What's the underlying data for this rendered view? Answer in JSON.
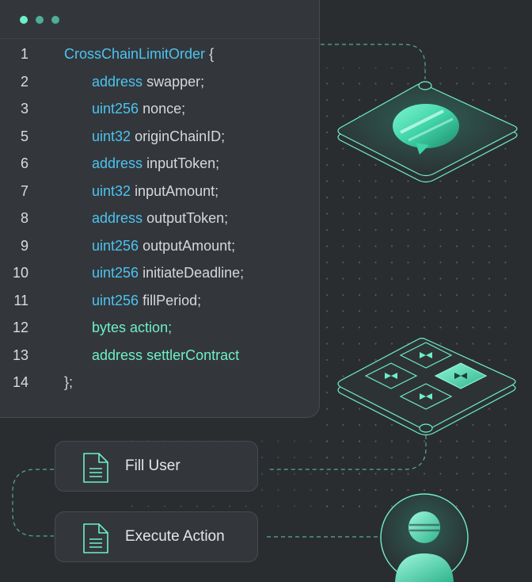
{
  "window": {
    "dots": [
      "close-dot",
      "minimize-dot",
      "maximize-dot"
    ]
  },
  "code": {
    "lines": [
      {
        "n": "1",
        "kw": "CrossChainLimitOrder",
        "id": "{",
        "indent": 0,
        "kwClass": "kw"
      },
      {
        "n": "2",
        "kw": "address",
        "id": "swapper;",
        "indent": 1,
        "kwClass": "kw"
      },
      {
        "n": "3",
        "kw": "uint256",
        "id": "nonce;",
        "indent": 1,
        "kwClass": "kw"
      },
      {
        "n": "5",
        "kw": "uint32",
        "id": "originChainID;",
        "indent": 1,
        "kwClass": "kw"
      },
      {
        "n": "6",
        "kw": "address",
        "id": "inputToken;",
        "indent": 1,
        "kwClass": "kw"
      },
      {
        "n": "7",
        "kw": "uint32",
        "id": "inputAmount;",
        "indent": 1,
        "kwClass": "kw"
      },
      {
        "n": "8",
        "kw": "address",
        "id": "outputToken;",
        "indent": 1,
        "kwClass": "kw"
      },
      {
        "n": "9",
        "kw": "uint256",
        "id": "outputAmount;",
        "indent": 1,
        "kwClass": "kw"
      },
      {
        "n": "10",
        "kw": "uint256",
        "id": "initiateDeadline;",
        "indent": 1,
        "kwClass": "kw"
      },
      {
        "n": "11",
        "kw": "uint256",
        "id": "fillPeriod;",
        "indent": 1,
        "kwClass": "kw"
      },
      {
        "n": "12",
        "kw": "bytes",
        "id": "action;",
        "indent": 1,
        "kwClass": "grn",
        "idClass": "grn"
      },
      {
        "n": "13",
        "kw": "address",
        "id": "settlerContract",
        "indent": 1,
        "kwClass": "grn",
        "idClass": "grn"
      },
      {
        "n": "14",
        "kw": "",
        "id": "};",
        "indent": 0,
        "kwClass": "kw"
      }
    ]
  },
  "cards": {
    "fill_user": "Fill User",
    "execute_action": "Execute Action"
  },
  "icons": {
    "message": "chat-bubble-icon",
    "grid": "bowtie-grid-icon",
    "document": "document-icon",
    "user": "user-avatar-icon"
  },
  "colors": {
    "background": "#2a2d30",
    "panel": "#33373b",
    "accent": "#6ef0c6",
    "keyword": "#4cc3f0",
    "text": "#d4d8dc"
  }
}
